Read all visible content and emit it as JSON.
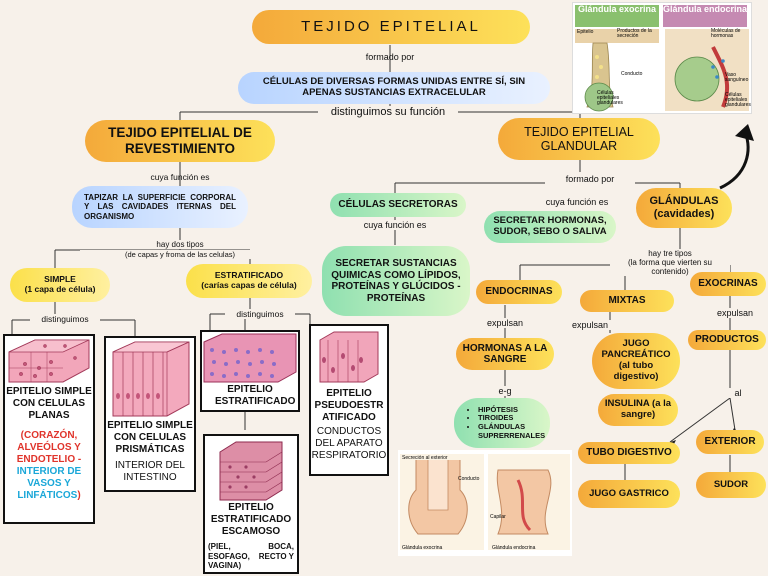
{
  "title": "TEJIDO EPITELIAL",
  "formado_por": "formado   por",
  "celulas": "CÉLULAS DE DIVERSAS FORMAS UNIDAS ENTRE SÍ, SIN APENAS SUSTANCIAS EXTRACELULAR",
  "distinguimos_funcion": "distinguimos su función",
  "revestimiento": {
    "title": "TEJIDO EPITELIAL DE REVESTIMIENTO",
    "cuya_funcion": "cuya función es",
    "funcion": "TAPIZAR LA SUPERFICIE CORPORAL Y LAS CAVIDADES ITERNAS DEL ORGANISMO",
    "hay_dos_tipos": "hay dos tipos",
    "hay_dos_tipos_sub": "(de capas y froma de las celulas)",
    "simple": "SIMPLE",
    "simple_sub": "(1 capa de célula)",
    "estratificado": "ESTRATIFICADO",
    "estratificado_sub": "(carías  capas de célula)",
    "distinguimos_1": "distinguimos",
    "distinguimos_2": "distinguimos",
    "planas_title": "EPITELIO SIMPLE CON CELULAS PLANAS",
    "planas_red": "(CORAZÓN, ALVEÓLOS Y ENDOTELIO -",
    "planas_cyan": "INTERIOR DE VASOS Y LINFÁTICOS",
    "planas_end": ")",
    "prismaticas_title": "EPITELIO SIMPLE CON CELULAS PRISMÁTICAS",
    "prismaticas_red": "INTERIOR DEL INTESTINO",
    "estratificado_card": "EPITELIO ESTRATIFICADO",
    "pseudo_title": "EPITELIO PSEUDOESTR ATIFICADO",
    "pseudo_red": "CONDUCTOS DEL APARATO RESPIRATORIO",
    "escamoso_title": "EPITELIO ESTRATIFICADO ESCAMOSO",
    "escamoso_red": "(PIEL,          BOCA, ESOFAGO,    RECTO Y VAGINA)"
  },
  "glandular": {
    "title": "TEJIDO EPITELIAL GLANDULAR",
    "formado_por": "formado por",
    "secretoras": "CÉLULAS SECRETORAS",
    "cuya_funcion_1": "cuya función es",
    "secretar_sust": "SECRETAR SUSTANCIAS QUIMICAS COMO LÍPIDOS, PROTEÍNAS Y GLÚCIDOS - PROTEÍNAS",
    "glandulas": "GLÁNDULAS (cavidades)",
    "cuya_funcion_2": "cuya función es",
    "secretar_horm": "SECRETAR HORMONAS, SUDOR, SEBO O SALIVA",
    "hay_tres": "hay tre tipos",
    "hay_tres_sub": "(la forma que vierten su contenido)",
    "endocrinas": "ENDOCRINAS",
    "mixtas": "MIXTAS",
    "exocrinas": "EXOCRINAS",
    "expulsan_1": "expulsan",
    "expulsan_2": "expulsan",
    "expulsan_3": "expulsan",
    "hormonas": "HORMONAS A LA SANGRE",
    "eg": "e-g",
    "ejemplos": [
      "HIPÓTESIS",
      "TIROIDES",
      "GLÁNDULAS SUPRERRENALES"
    ],
    "jugo_panc": "JUGO PANCREÁTICO (al tubo digestivo)",
    "insulina": "INSULINA (a la sangre)",
    "productos": "PRODUCTOS",
    "al": "al",
    "tubo_digestivo": "TUBO DIGESTIVO",
    "exterior": "EXTERIOR",
    "jugo_gastrico": "JUGO GASTRICO",
    "sudor": "SUDOR"
  },
  "illustration": {
    "exocrina": "Glándula exocrina",
    "endocrina": "Glándula endocrina",
    "lbl_epitelio": "Epitelio",
    "lbl_productos": "Productos de la secreción",
    "lbl_conducto": "Conducto",
    "lbl_celulas": "Células epiteliales glandulares",
    "lbl_moleculas": "Moléculas de hormonas",
    "lbl_vaso": "Vaso sanguíneo",
    "lbl_celulas2": "Células epiteliales glandulares"
  },
  "bottom_illus": {
    "secrecion": "Secreción al exterior",
    "conducto": "Conducto",
    "capilar": "Capilar",
    "glandula_exo": "Glándula exocrina",
    "glandula_endo": "Glándula endocrina"
  },
  "colors": {
    "orange": "#f4a93a",
    "yellow": "#fde15a",
    "green": "#8fe0b0",
    "blue": "#b8d4ff",
    "red": "#e0342b",
    "cyan": "#1aa7d8"
  }
}
